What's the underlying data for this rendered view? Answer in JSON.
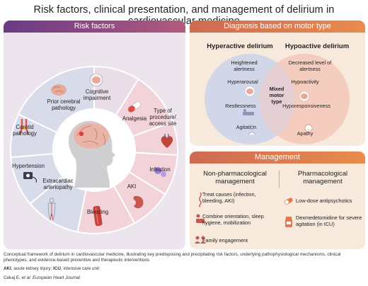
{
  "title": "Risk factors, clinical presentation, and management of delirium in cardiovascular medicine",
  "risk_factors": {
    "header": "Risk factors",
    "prior_cerebral": "Prior cerebral pathology",
    "cognitive": "Cognitive impairment",
    "analgesia": "Analgesia",
    "procedure": "Type of procedure/ access site",
    "infection": "Infection",
    "aki": "AKI",
    "bleeding": "Bleeding",
    "extracardiac": "Extracardiac arteriopathy",
    "hypertension": "Hypertension",
    "carotid": "Carotid pathology"
  },
  "diagnosis": {
    "header": "Diagnosis based on motor type",
    "hyper_title": "Hyperactive delirium",
    "hypo_title": "Hypoactive delirium",
    "hyper_items": [
      "Heightened alertness",
      "Hyperarousal",
      "Restlessness",
      "Agitation"
    ],
    "hypo_items": [
      "Decreased level of alertness",
      "Hypoactivity",
      "Hyporesponsiveness",
      "Apathy"
    ],
    "mixed": "Mixed motor type"
  },
  "management": {
    "header": "Management",
    "nonpharm_title": "Non-pharmacological management",
    "pharm_title": "Pharmacological management",
    "nonpharm_items": [
      "Treat causes (infection, bleeding, AKI)",
      "Combine orientation, sleep hygiene, mobilization",
      "Family engagement"
    ],
    "pharm_items": [
      "Low-dose antipsychotics",
      "Dexmedetomidine for severe agitation (in ICU)"
    ]
  },
  "caption": {
    "line1": "Conceptual framework of delirium in cardiovascular medicine, illustrating key predisposing and precipitating risk factors, underlying pathophysiological mechanisms, clinical phenotypes, and evidence-based preventive and therapeutic interventions",
    "aki_term": "AKI",
    "aki_def": ", acute kidney injury; ",
    "icu_term": "ICU",
    "icu_def": ", intensive care unit",
    "citation_author": "Cekaj E, ",
    "citation_rest": "et al. European Heart Journal."
  },
  "colors": {
    "purple_header": "#6a3a86",
    "orange_header": "#e0744e",
    "left_segments": "#d8dcea",
    "right_segments": "#f1d3d9",
    "hyper_circle": "#cfd6e8",
    "hypo_circle": "#f3c8b8"
  }
}
